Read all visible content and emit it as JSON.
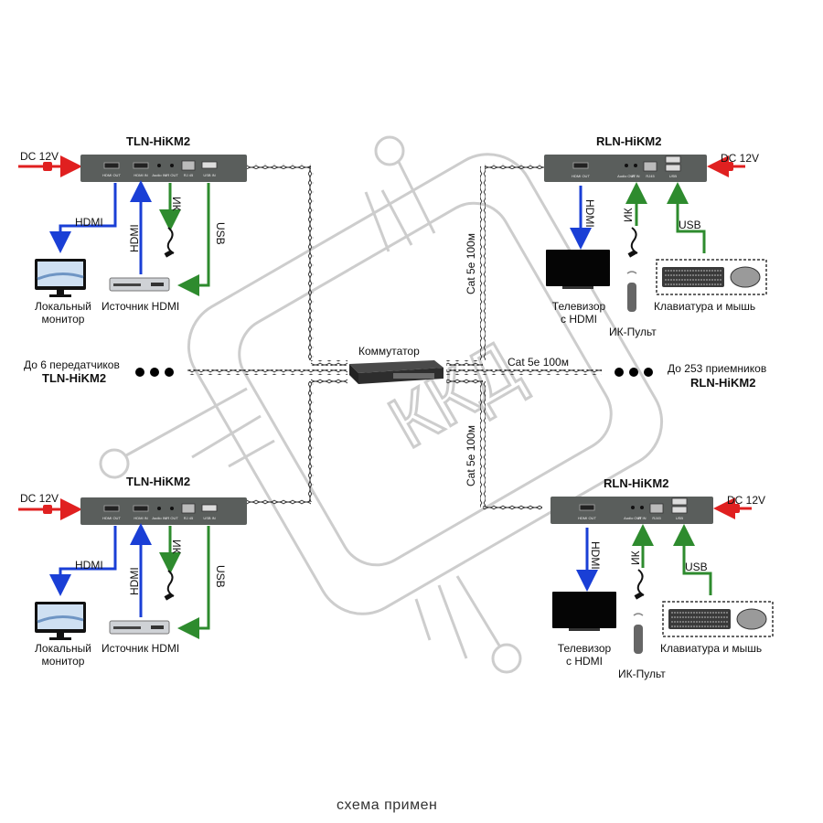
{
  "diagram": {
    "caption": "схема примен",
    "colors": {
      "power": "#e02020",
      "hdmi": "#1a3fd6",
      "ir_usb": "#2e8b2e",
      "device_body": "#5a5e5c",
      "cable": "#333333",
      "watermark": "#c8c8c8"
    },
    "switch": {
      "label": "Коммутатор"
    },
    "transmitters": [
      {
        "id": "tx-top",
        "model": "TLN-HiKM2",
        "power_label": "DC 12V",
        "ports": [
          "HDMI OUT",
          "HDMI IN",
          "Audio IN",
          "IR OUT",
          "RJ 45",
          "USB IN"
        ],
        "links": {
          "hdmi_out": "HDMI",
          "hdmi_in": "HDMI",
          "ir": "ИК",
          "usb": "USB"
        },
        "monitor_label_1": "Локальный",
        "monitor_label_2": "монитор",
        "source_label": "Источник HDMI"
      },
      {
        "id": "tx-bottom",
        "model": "TLN-HiKM2",
        "power_label": "DC 12V",
        "ports": [
          "HDMI OUT",
          "HDMI IN",
          "Audio IN",
          "IR OUT",
          "RJ 45",
          "USB IN"
        ],
        "links": {
          "hdmi_out": "HDMI",
          "hdmi_in": "HDMI",
          "ir": "ИК",
          "usb": "USB"
        },
        "monitor_label_1": "Локальный",
        "monitor_label_2": "монитор",
        "source_label": "Источник HDMI"
      }
    ],
    "receivers": [
      {
        "id": "rx-top",
        "model": "RLN-HiKM2",
        "power_label": "DC 12V",
        "ports": [
          "HDMI OUT",
          "Audio OUT",
          "IR IN",
          "RJ45",
          "USB"
        ],
        "links": {
          "hdmi": "HDMI",
          "ir": "ИК",
          "usb": "USB"
        },
        "tv_label_1": "Телевизор",
        "tv_label_2": "с HDMI",
        "remote_label": "ИК-Пульт",
        "kbm_label": "Клавиатура и мышь",
        "cable_label": "Cat 5e 100м"
      },
      {
        "id": "rx-bottom",
        "model": "RLN-HiKM2",
        "power_label": "DC 12V",
        "ports": [
          "HDMI OUT",
          "Audio OUT",
          "IR IN",
          "RJ45",
          "USB"
        ],
        "links": {
          "hdmi": "HDMI",
          "ir": "ИК",
          "usb": "USB"
        },
        "tv_label_1": "Телевизор",
        "tv_label_2": "с HDMI",
        "remote_label": "ИК-Пульт",
        "kbm_label": "Клавиатура и мышь",
        "cable_label": "Cat 5e 100м"
      }
    ],
    "middle": {
      "tx_count_label": "До 6 передатчиков",
      "tx_model": "TLN-HiKM2",
      "rx_count_label": "До 253 приемников",
      "rx_model": "RLN-HiKM2",
      "mid_cable_label": "Cat 5e 100м"
    }
  }
}
